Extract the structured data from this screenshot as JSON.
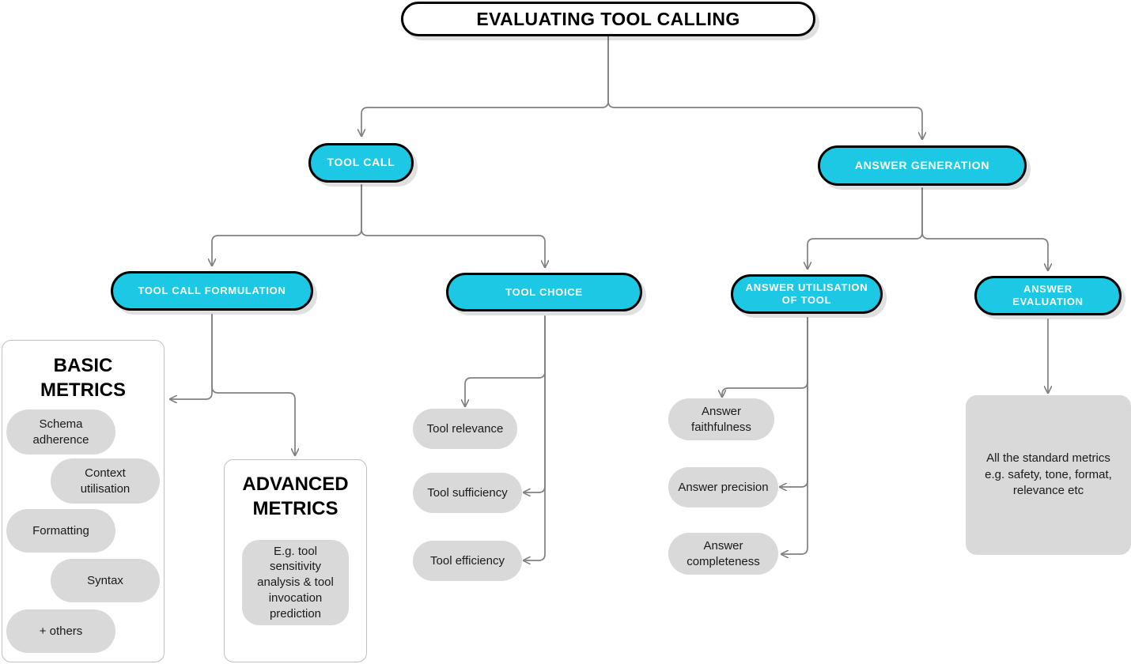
{
  "diagram": {
    "title": "EVALUATING TOOL CALLING",
    "colors": {
      "accent_cyan": "#1CC8E3",
      "node_border": "#000000",
      "chip_grey": "#D9D9D9",
      "connector": "#808080",
      "panel_border": "#BFBFBF",
      "canvas": "#FFFFFF"
    }
  },
  "root": {
    "label": "EVALUATING TOOL CALLING"
  },
  "branches": {
    "tool_call": {
      "label": "TOOL CALL"
    },
    "answer_generation": {
      "label": "ANSWER GENERATION"
    }
  },
  "sub_branches": {
    "tool_call_formulation": {
      "label": "TOOL CALL FORMULATION"
    },
    "tool_choice": {
      "label": "TOOL CHOICE"
    },
    "answer_utilisation_of_tool": {
      "label": "ANSWER UTILISATION OF TOOL",
      "line1": "ANSWER UTILISATION",
      "line2": "OF TOOL"
    },
    "answer_evaluation": {
      "label": "ANSWER EVALUATION",
      "line1": "ANSWER",
      "line2": "EVALUATION"
    }
  },
  "basic_metrics": {
    "title_line1": "BASIC",
    "title_line2": "METRICS",
    "items": [
      {
        "label": "Schema adherence",
        "line1": "Schema",
        "line2": "adherence"
      },
      {
        "label": "Context utilisation",
        "line1": "Context",
        "line2": "utilisation"
      },
      {
        "label": "Formatting",
        "line1": "Formatting",
        "line2": ""
      },
      {
        "label": "Syntax",
        "line1": "Syntax",
        "line2": ""
      },
      {
        "label": "+ others",
        "line1": "+ others",
        "line2": ""
      }
    ]
  },
  "advanced_metrics": {
    "title_line1": "ADVANCED",
    "title_line2": "METRICS",
    "items": [
      {
        "label": "E.g. tool sensitivity analysis & tool invocation prediction"
      }
    ]
  },
  "tool_choice_metrics": {
    "items": [
      {
        "label": "Tool relevance"
      },
      {
        "label": "Tool sufficiency"
      },
      {
        "label": "Tool efficiency"
      }
    ]
  },
  "answer_utilisation_metrics": {
    "items": [
      {
        "label": "Answer faithfulness",
        "line1": "Answer",
        "line2": "faithfulness"
      },
      {
        "label": "Answer precision",
        "line1": "Answer precision",
        "line2": ""
      },
      {
        "label": "Answer completeness",
        "line1": "Answer",
        "line2": "completeness"
      }
    ]
  },
  "answer_evaluation_metrics": {
    "block": {
      "label": "All the standard metrics e.g. safety, tone, format, relevance etc"
    }
  }
}
